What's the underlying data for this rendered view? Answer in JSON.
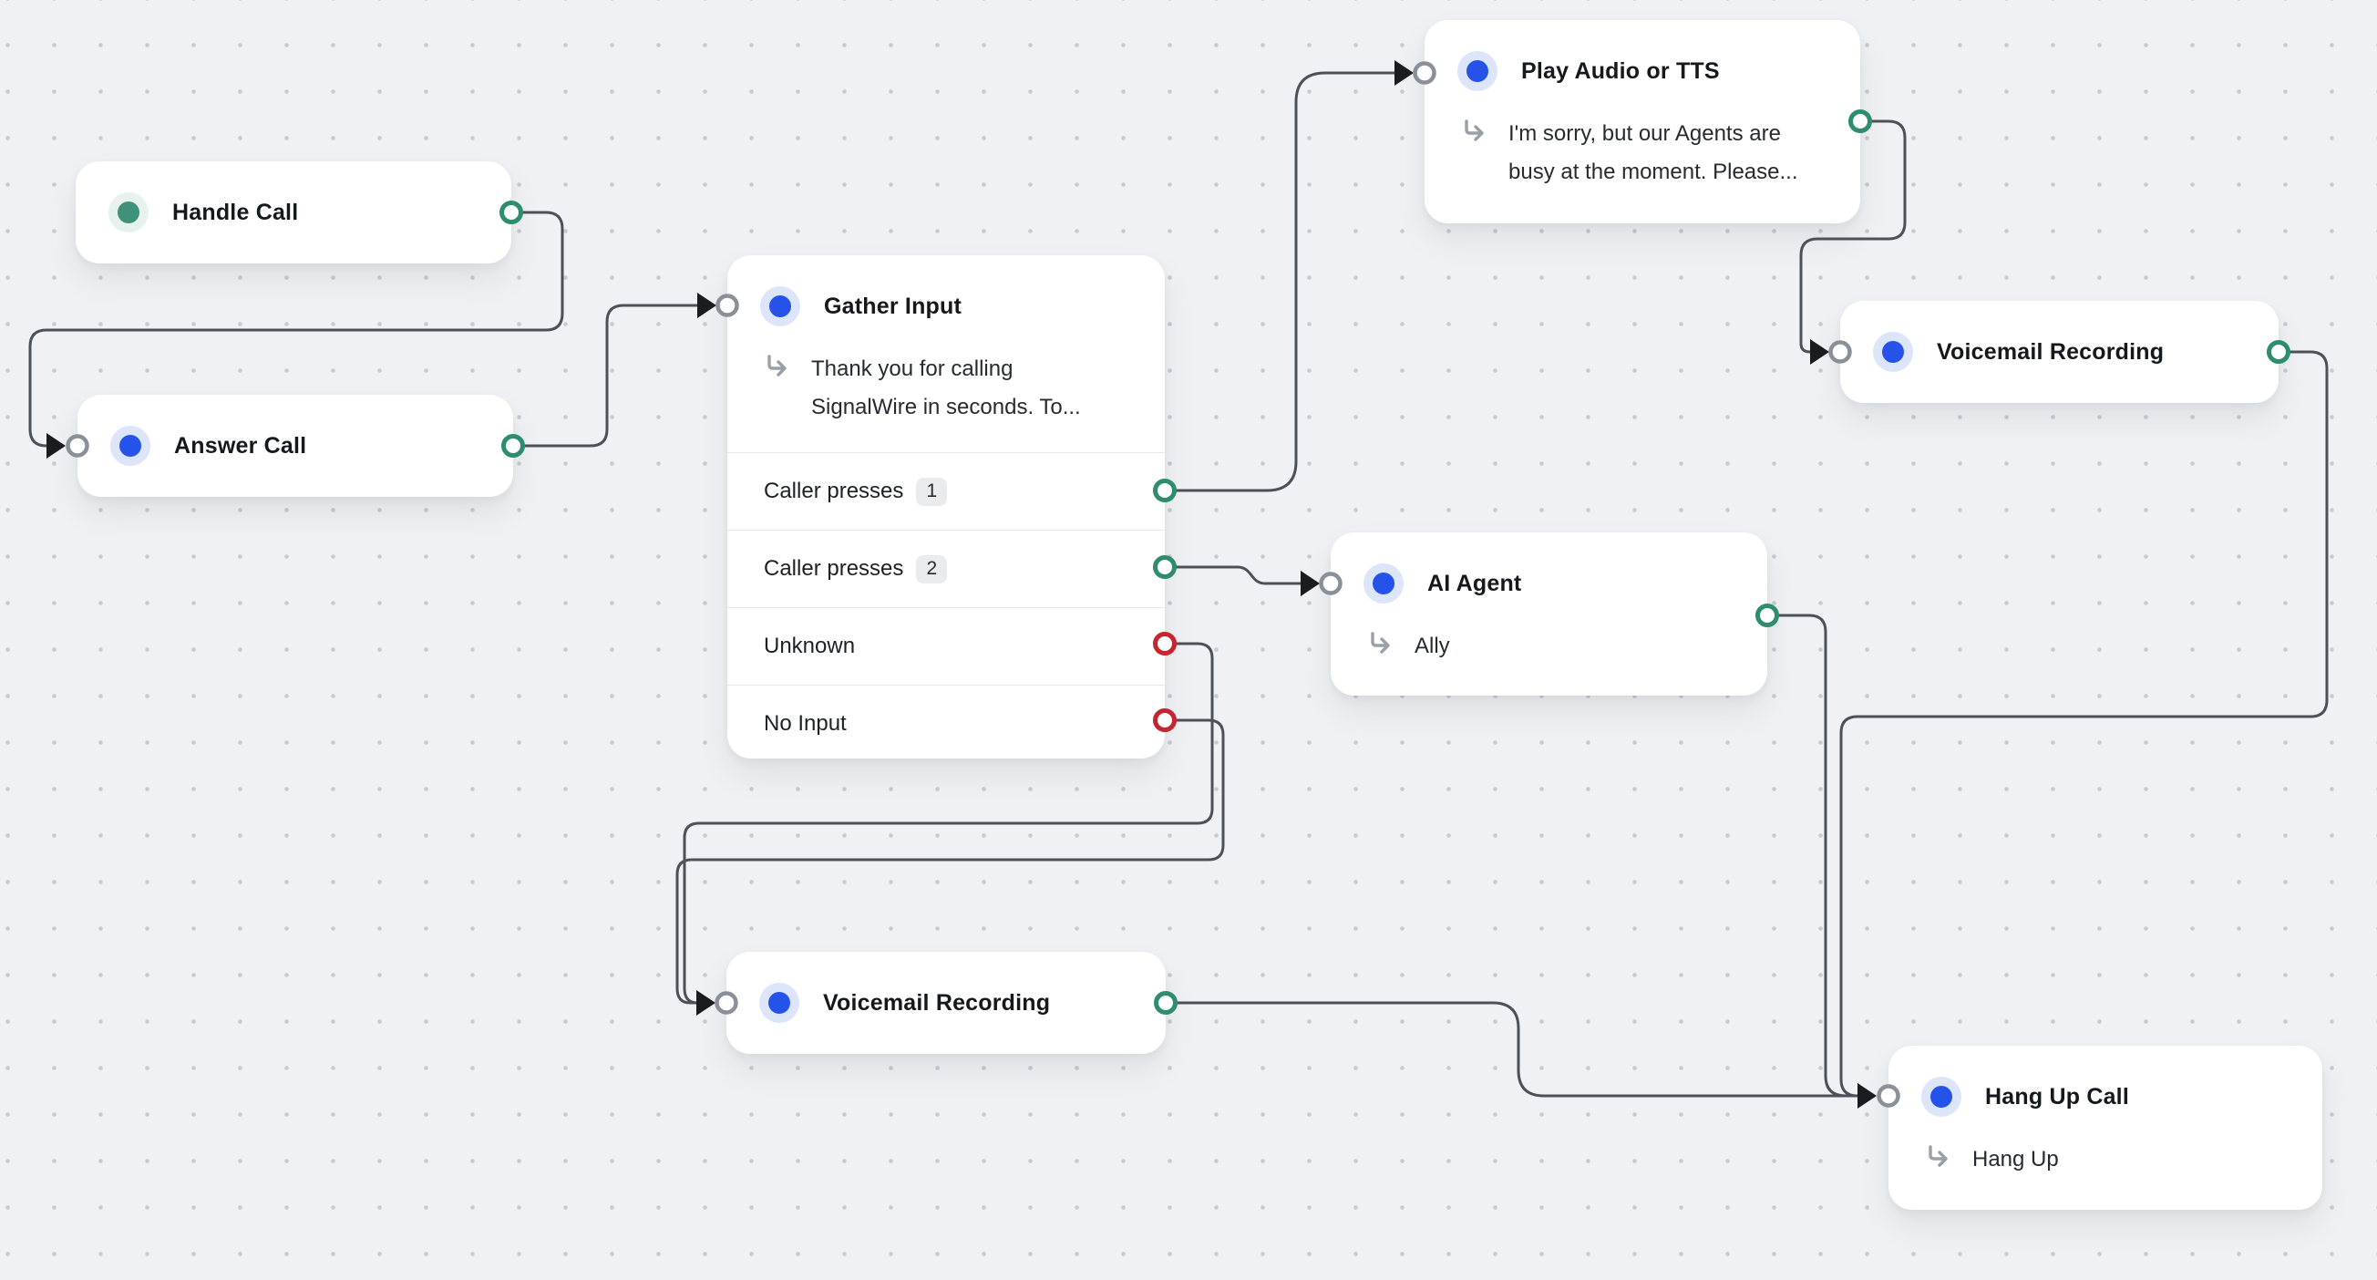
{
  "app": {
    "name": "Call Flow Builder canvas"
  },
  "colors": {
    "canvas_background": "#f0f1f4",
    "grid_dot": "#c7cacf",
    "wire": "#4c5157",
    "port_success": "#2e8d6f",
    "port_error": "#c5252f",
    "port_input_ring": "#8a9098",
    "input_arrow": "#1a1c1f",
    "icon_blue": "#2553e9",
    "icon_green": "#3f9179",
    "node_background": "#ffffff",
    "badge_background": "#eaebed"
  },
  "nodes": [
    {
      "id": "handle-call",
      "title": "Handle Call",
      "icon": "green-status-dot"
    },
    {
      "id": "answer-call",
      "title": "Answer Call",
      "icon": "blue-status-dot"
    },
    {
      "id": "gather-input",
      "title": "Gather Input",
      "icon": "blue-status-dot",
      "subtitle": "Thank you for calling SignalWire in seconds. To...",
      "rows": [
        {
          "label": "Caller presses",
          "badge": "1",
          "port": "success"
        },
        {
          "label": "Caller presses",
          "badge": "2",
          "port": "success"
        },
        {
          "label": "Unknown",
          "port": "error"
        },
        {
          "label": "No Input",
          "port": "error"
        }
      ]
    },
    {
      "id": "play-audio-tts",
      "title": "Play Audio or TTS",
      "icon": "blue-status-dot",
      "subtitle": "I'm sorry, but our Agents are busy at the moment. Please..."
    },
    {
      "id": "voicemail-recording-right",
      "title": "Voicemail Recording",
      "icon": "blue-status-dot"
    },
    {
      "id": "ai-agent",
      "title": "AI Agent",
      "icon": "blue-status-dot",
      "subtitle": "Ally"
    },
    {
      "id": "voicemail-recording-bottom",
      "title": "Voicemail Recording",
      "icon": "blue-status-dot"
    },
    {
      "id": "hang-up-call",
      "title": "Hang Up Call",
      "icon": "blue-status-dot",
      "subtitle": "Hang Up"
    }
  ],
  "connections": [
    {
      "from": "handle-call",
      "to": "answer-call"
    },
    {
      "from": "answer-call",
      "to": "gather-input"
    },
    {
      "from": "gather-input",
      "from_port": "Caller presses 1",
      "to": "play-audio-tts"
    },
    {
      "from": "gather-input",
      "from_port": "Caller presses 2",
      "to": "ai-agent"
    },
    {
      "from": "gather-input",
      "from_port": "Unknown",
      "to": "voicemail-recording-bottom"
    },
    {
      "from": "gather-input",
      "from_port": "No Input",
      "to": "voicemail-recording-bottom"
    },
    {
      "from": "play-audio-tts",
      "to": "voicemail-recording-right"
    },
    {
      "from": "voicemail-recording-right",
      "to": "hang-up-call"
    },
    {
      "from": "ai-agent",
      "to": "hang-up-call"
    },
    {
      "from": "voicemail-recording-bottom",
      "to": "hang-up-call"
    }
  ]
}
